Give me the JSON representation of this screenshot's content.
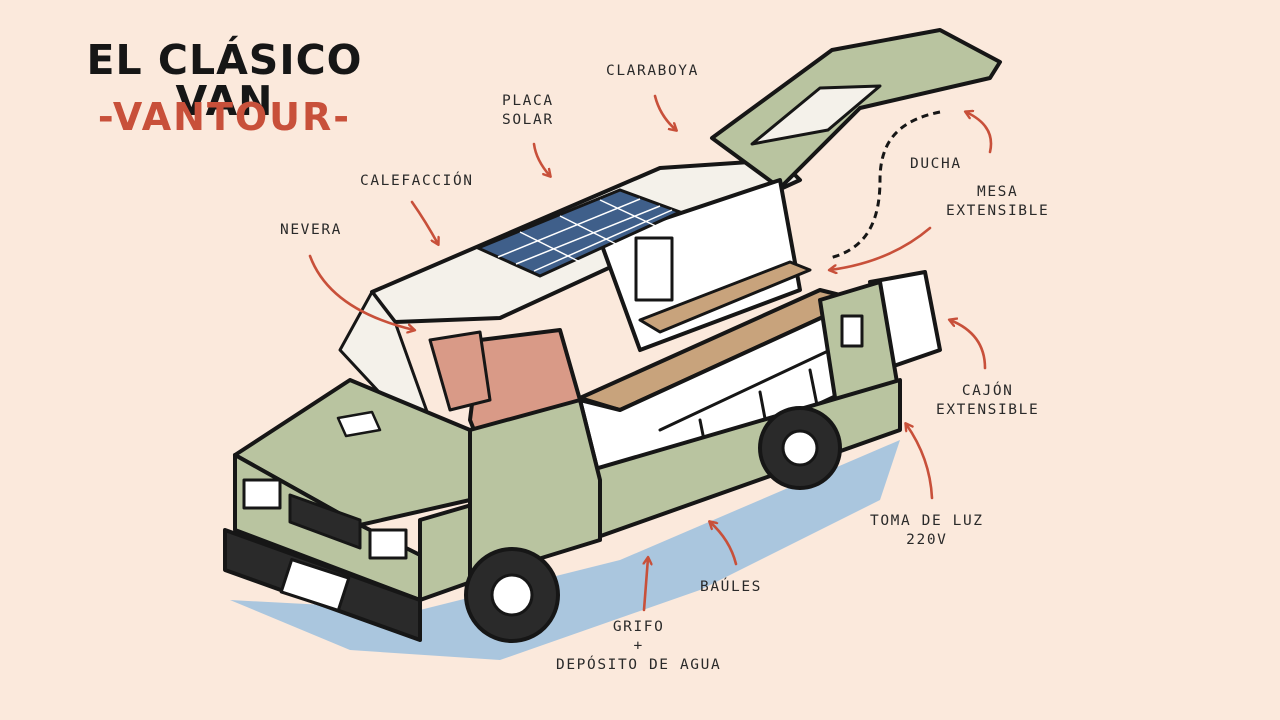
{
  "title": "EL CLÁSICO VAN",
  "subtitle": "-VANTOUR-",
  "labels": {
    "claraboya": "CLARABOYA",
    "placa_solar": [
      "PLACA",
      "SOLAR"
    ],
    "calefaccion": "CALEFACCIÓN",
    "nevera": "NEVERA",
    "ducha": "DUCHA",
    "mesa_extensible": [
      "MESA",
      "EXTENSIBLE"
    ],
    "cajon_extensible": [
      "CAJÓN",
      "EXTENSIBLE"
    ],
    "toma_de_luz": [
      "TOMA DE LUZ",
      "220V"
    ],
    "baules": "BAÚLES",
    "grifo": [
      "GRIFO",
      "+",
      "DEPÓSITO DE AGUA"
    ]
  },
  "colors": {
    "background": "#fbe9dc",
    "accent": "#c8503a",
    "van_body": "#b9c4a0",
    "shadow": "#aac6de",
    "seat": "#d99a87",
    "wood": "#c8a37c"
  }
}
